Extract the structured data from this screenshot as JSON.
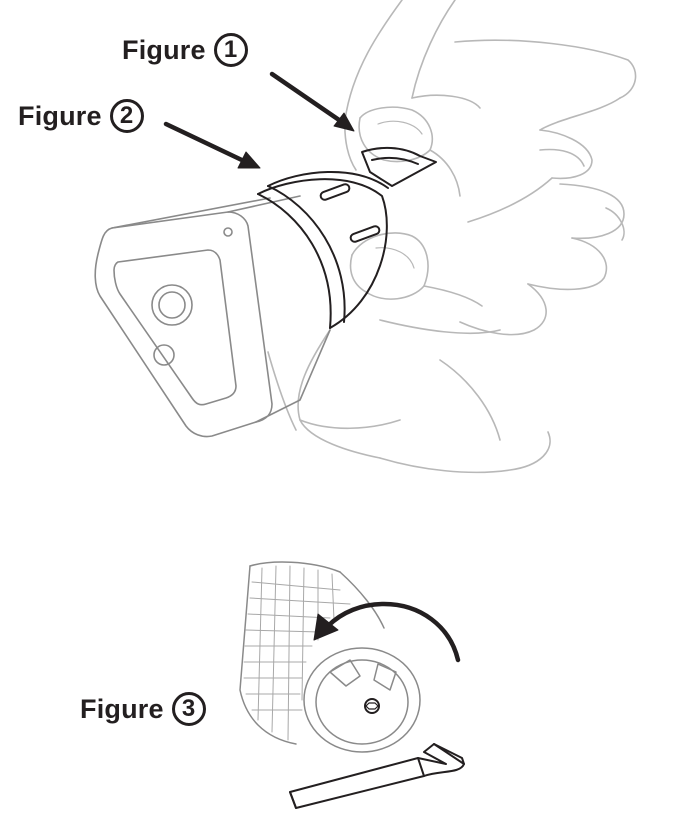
{
  "figures": [
    {
      "word": "Figure",
      "number": "1"
    },
    {
      "word": "Figure",
      "number": "2"
    },
    {
      "word": "Figure",
      "number": "3"
    }
  ],
  "colors": {
    "ink": "#231f20",
    "sketch": "#b8b8b8",
    "device": "#8a8a8a"
  },
  "icons": [
    "rotation-arrow-icon",
    "pointer-arrow-icon",
    "hex-key-icon"
  ]
}
